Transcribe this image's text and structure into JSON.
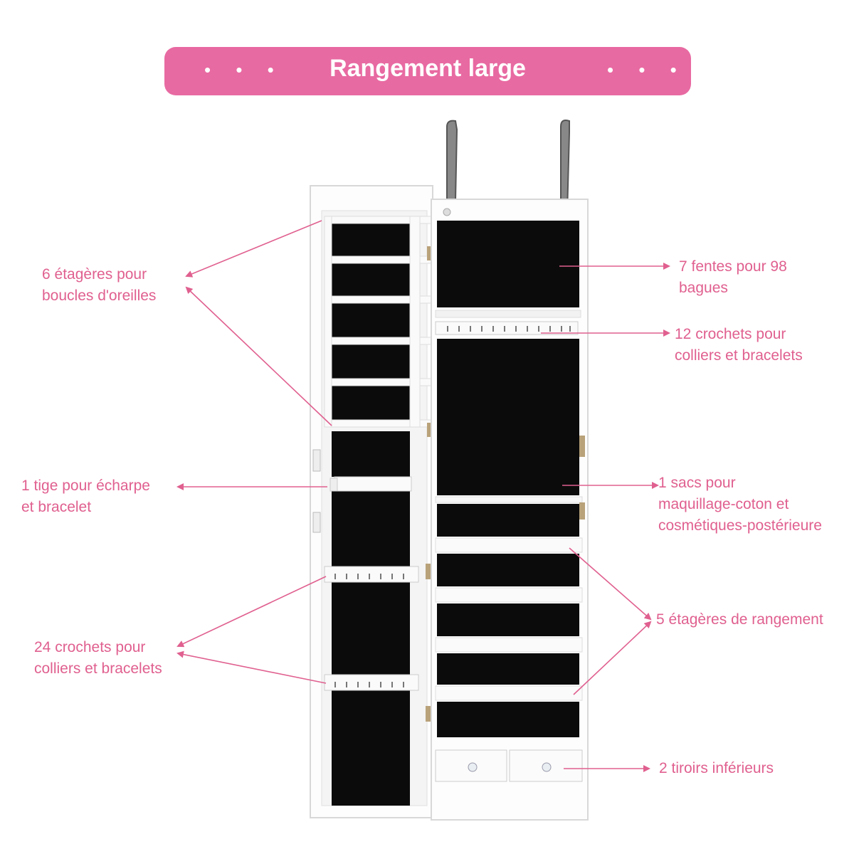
{
  "banner": {
    "title": "Rangement large",
    "dots_left": "• • •",
    "dots_right": "• • •",
    "color": "#e86aa2"
  },
  "labels": {
    "earring_shelves": [
      "6 étagères pour",
      "boucles d'oreilles"
    ],
    "scarf_bar": [
      "1 tige pour écharpe",
      "et bracelet"
    ],
    "door_hooks": [
      "24 crochets pour",
      "colliers et bracelets"
    ],
    "ring_slots": [
      "7 fentes pour 98",
      "bagues"
    ],
    "necklace_hooks": [
      "12 crochets pour",
      "colliers et bracelets"
    ],
    "back_pocket": [
      "1 sacs pour",
      "maquillage-coton et",
      "cosmétiques-postérieure"
    ],
    "storage_shelves": [
      "5 étagères de rangement"
    ],
    "drawers": [
      "2 tiroirs inférieurs"
    ]
  },
  "colors": {
    "accent": "#e0608f",
    "cabinet": "#ffffff",
    "lining": "#0b0b0b",
    "hanger": "#6b6b6b"
  },
  "icons": {
    "hinge": "hinge-icon",
    "knob": "crystal-knob-icon",
    "lock": "lock-icon"
  }
}
